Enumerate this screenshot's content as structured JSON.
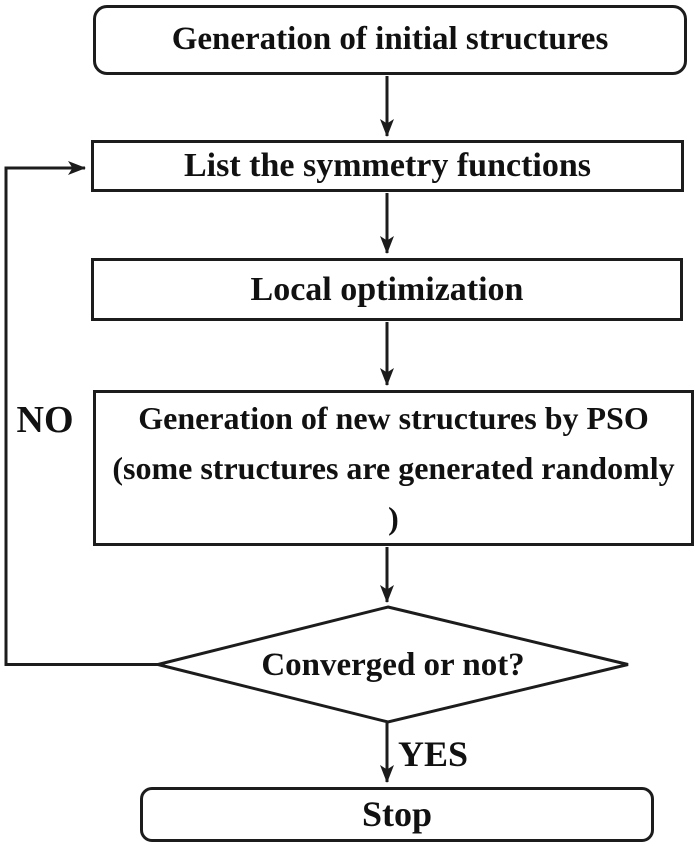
{
  "flowchart": {
    "nodes": {
      "start": {
        "type": "rounded-terminator",
        "label": "Generation of initial structures"
      },
      "list_symmetry": {
        "type": "process",
        "label": "List the symmetry functions"
      },
      "local_opt": {
        "type": "process",
        "label": "Local optimization"
      },
      "generate_pso": {
        "type": "process",
        "label": "Generation of new structures by PSO (some structures are generated randomly )"
      },
      "decision": {
        "type": "decision",
        "label": "Converged or not?"
      },
      "stop": {
        "type": "rounded-terminator",
        "label": "Stop"
      }
    },
    "edge_labels": {
      "yes": "YES",
      "no": "NO"
    },
    "colors": {
      "stroke": "#1c1c1c",
      "text": "#111111",
      "background": "#ffffff"
    }
  }
}
